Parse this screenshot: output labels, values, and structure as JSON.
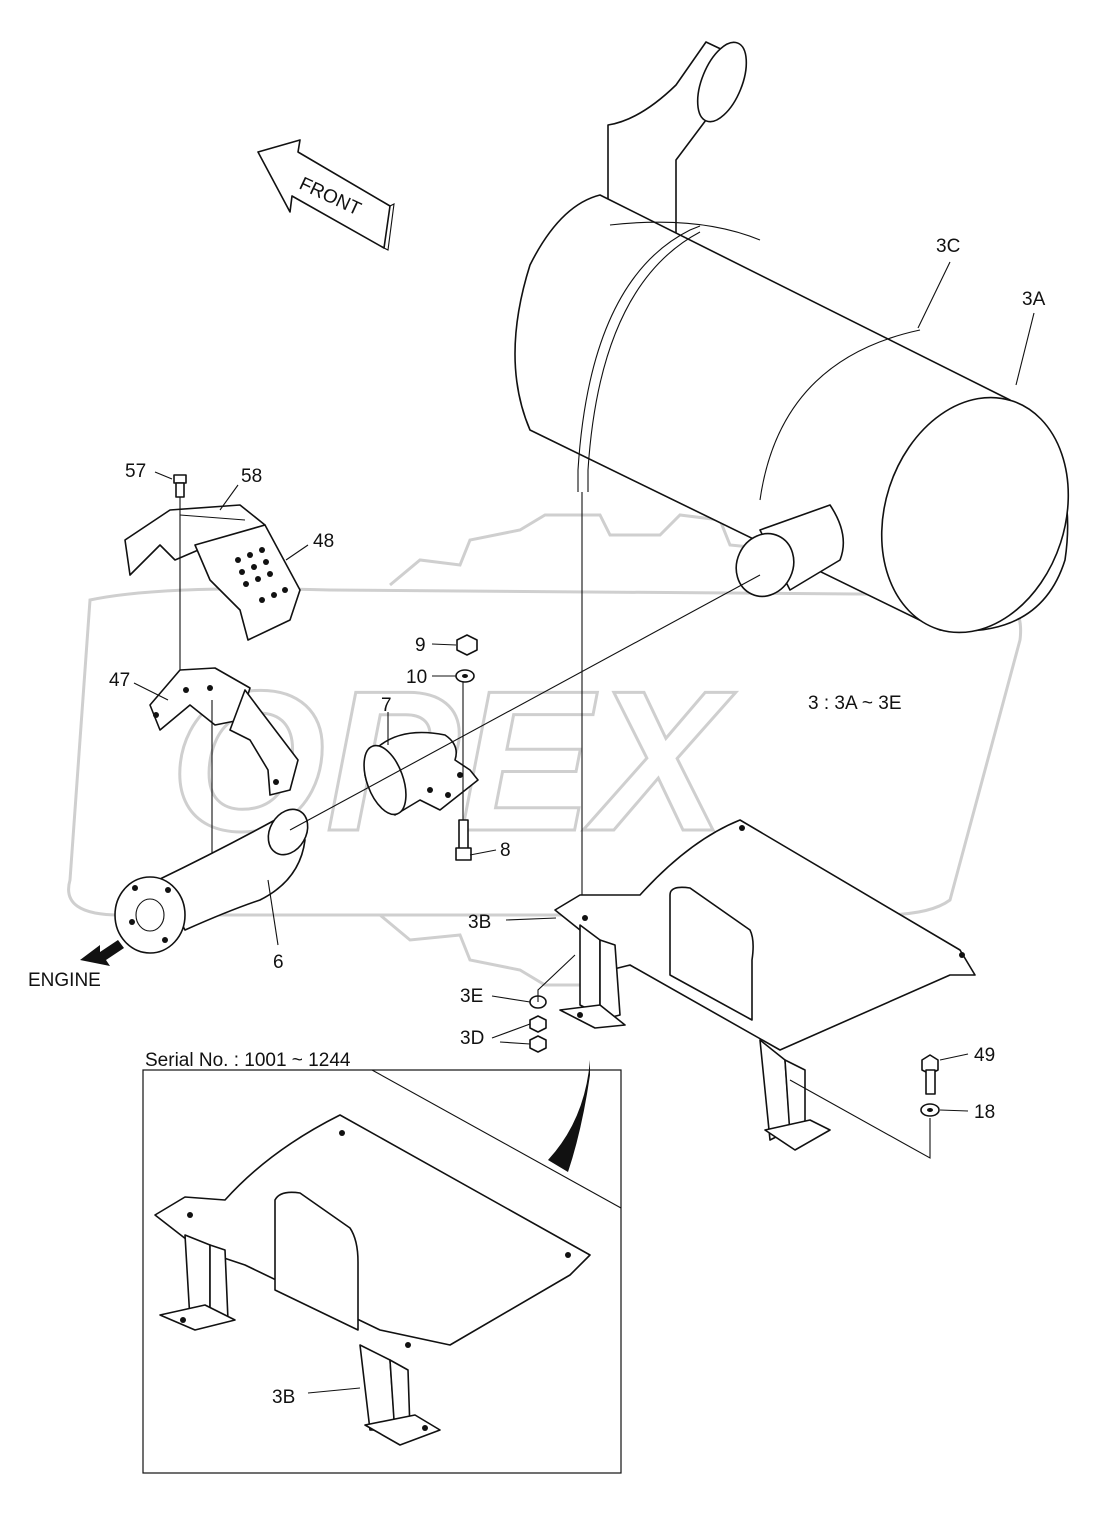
{
  "diagram": {
    "front_label": "FRONT",
    "engine_label": "ENGINE",
    "assembly_note": "3 : 3A ~ 3E",
    "watermark_text": "OPEX",
    "inset_title": "Serial No. : 1001 ~ 1244",
    "callouts": {
      "c3A": "3A",
      "c3B": "3B",
      "c3C": "3C",
      "c3D": "3D",
      "c3E": "3E",
      "c6": "6",
      "c7": "7",
      "c8": "8",
      "c9": "9",
      "c10": "10",
      "c18": "18",
      "c47": "47",
      "c48": "48",
      "c49": "49",
      "c57": "57",
      "c58": "58",
      "c3B_inset": "3B"
    }
  }
}
